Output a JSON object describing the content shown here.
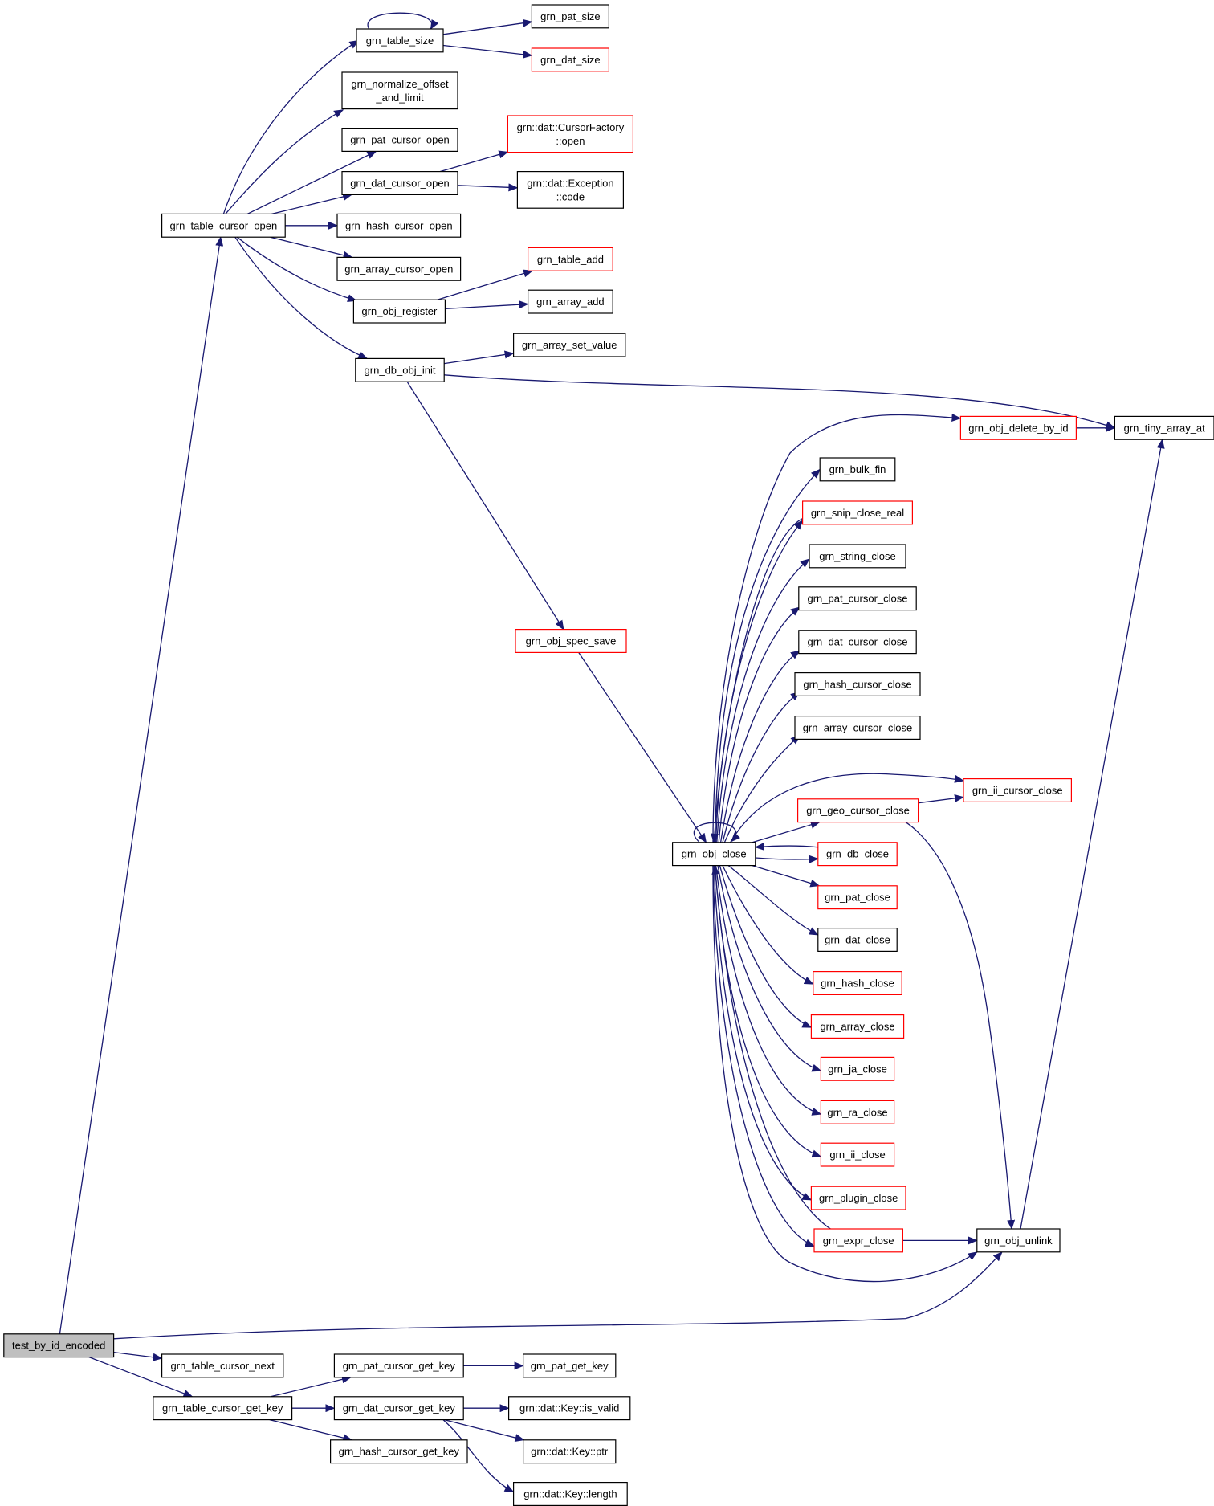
{
  "graph": {
    "edge_color": "#191970",
    "node_border": "#000000",
    "partial_node_border": "#ff0000",
    "root_fill": "#bfbfbf",
    "nodes": {
      "test_by_id_encoded": {
        "lines": [
          "test_by_id_encoded"
        ],
        "style": "root"
      },
      "grn_table_cursor_open": {
        "lines": [
          "grn_table_cursor_open"
        ]
      },
      "grn_table_size": {
        "lines": [
          "grn_table_size"
        ]
      },
      "grn_pat_size": {
        "lines": [
          "grn_pat_size"
        ]
      },
      "grn_dat_size": {
        "lines": [
          "grn_dat_size"
        ],
        "style": "red"
      },
      "grn_normalize_offset_and_limit": {
        "lines": [
          "grn_normalize_offset",
          "_and_limit"
        ]
      },
      "grn_pat_cursor_open": {
        "lines": [
          "grn_pat_cursor_open"
        ]
      },
      "grn_dat_cursor_open": {
        "lines": [
          "grn_dat_cursor_open"
        ]
      },
      "cursorfactory_open": {
        "lines": [
          "grn::dat::CursorFactory",
          "::open"
        ],
        "style": "red"
      },
      "exception_code": {
        "lines": [
          "grn::dat::Exception",
          "::code"
        ]
      },
      "grn_hash_cursor_open": {
        "lines": [
          "grn_hash_cursor_open"
        ]
      },
      "grn_array_cursor_open": {
        "lines": [
          "grn_array_cursor_open"
        ]
      },
      "grn_obj_register": {
        "lines": [
          "grn_obj_register"
        ]
      },
      "grn_table_add": {
        "lines": [
          "grn_table_add"
        ],
        "style": "red"
      },
      "grn_array_add": {
        "lines": [
          "grn_array_add"
        ]
      },
      "grn_db_obj_init": {
        "lines": [
          "grn_db_obj_init"
        ]
      },
      "grn_array_set_value": {
        "lines": [
          "grn_array_set_value"
        ]
      },
      "grn_obj_delete_by_id": {
        "lines": [
          "grn_obj_delete_by_id"
        ],
        "style": "red"
      },
      "grn_tiny_array_at": {
        "lines": [
          "grn_tiny_array_at"
        ]
      },
      "grn_bulk_fin": {
        "lines": [
          "grn_bulk_fin"
        ]
      },
      "grn_snip_close_real": {
        "lines": [
          "grn_snip_close_real"
        ],
        "style": "red"
      },
      "grn_string_close": {
        "lines": [
          "grn_string_close"
        ]
      },
      "grn_pat_cursor_close": {
        "lines": [
          "grn_pat_cursor_close"
        ]
      },
      "grn_dat_cursor_close": {
        "lines": [
          "grn_dat_cursor_close"
        ]
      },
      "grn_hash_cursor_close": {
        "lines": [
          "grn_hash_cursor_close"
        ]
      },
      "grn_array_cursor_close": {
        "lines": [
          "grn_array_cursor_close"
        ]
      },
      "grn_ii_cursor_close": {
        "lines": [
          "grn_ii_cursor_close"
        ],
        "style": "red"
      },
      "grn_geo_cursor_close": {
        "lines": [
          "grn_geo_cursor_close"
        ],
        "style": "red"
      },
      "grn_obj_spec_save": {
        "lines": [
          "grn_obj_spec_save"
        ],
        "style": "red"
      },
      "grn_obj_close": {
        "lines": [
          "grn_obj_close"
        ]
      },
      "grn_db_close": {
        "lines": [
          "grn_db_close"
        ],
        "style": "red"
      },
      "grn_pat_close": {
        "lines": [
          "grn_pat_close"
        ],
        "style": "red"
      },
      "grn_dat_close": {
        "lines": [
          "grn_dat_close"
        ]
      },
      "grn_hash_close": {
        "lines": [
          "grn_hash_close"
        ],
        "style": "red"
      },
      "grn_array_close": {
        "lines": [
          "grn_array_close"
        ],
        "style": "red"
      },
      "grn_ja_close": {
        "lines": [
          "grn_ja_close"
        ],
        "style": "red"
      },
      "grn_ra_close": {
        "lines": [
          "grn_ra_close"
        ],
        "style": "red"
      },
      "grn_ii_close": {
        "lines": [
          "grn_ii_close"
        ],
        "style": "red"
      },
      "grn_plugin_close": {
        "lines": [
          "grn_plugin_close"
        ],
        "style": "red"
      },
      "grn_expr_close": {
        "lines": [
          "grn_expr_close"
        ],
        "style": "red"
      },
      "grn_obj_unlink": {
        "lines": [
          "grn_obj_unlink"
        ]
      },
      "grn_table_cursor_next": {
        "lines": [
          "grn_table_cursor_next"
        ]
      },
      "grn_table_cursor_get_key": {
        "lines": [
          "grn_table_cursor_get_key"
        ]
      },
      "grn_pat_cursor_get_key": {
        "lines": [
          "grn_pat_cursor_get_key"
        ]
      },
      "grn_pat_get_key": {
        "lines": [
          "grn_pat_get_key"
        ]
      },
      "grn_dat_cursor_get_key": {
        "lines": [
          "grn_dat_cursor_get_key"
        ]
      },
      "key_is_valid": {
        "lines": [
          "grn::dat::Key::is_valid"
        ]
      },
      "key_ptr": {
        "lines": [
          "grn::dat::Key::ptr"
        ]
      },
      "grn_hash_cursor_get_key": {
        "lines": [
          "grn_hash_cursor_get_key"
        ]
      },
      "key_length": {
        "lines": [
          "grn::dat::Key::length"
        ]
      }
    },
    "edges": [
      [
        "test_by_id_encoded",
        "grn_table_cursor_open"
      ],
      [
        "test_by_id_encoded",
        "grn_obj_unlink"
      ],
      [
        "test_by_id_encoded",
        "grn_table_cursor_next"
      ],
      [
        "test_by_id_encoded",
        "grn_table_cursor_get_key"
      ],
      [
        "grn_table_cursor_open",
        "grn_table_size"
      ],
      [
        "grn_table_cursor_open",
        "grn_normalize_offset_and_limit"
      ],
      [
        "grn_table_cursor_open",
        "grn_pat_cursor_open"
      ],
      [
        "grn_table_cursor_open",
        "grn_dat_cursor_open"
      ],
      [
        "grn_table_cursor_open",
        "grn_hash_cursor_open"
      ],
      [
        "grn_table_cursor_open",
        "grn_array_cursor_open"
      ],
      [
        "grn_table_cursor_open",
        "grn_obj_register"
      ],
      [
        "grn_table_cursor_open",
        "grn_db_obj_init"
      ],
      [
        "grn_table_size",
        "grn_table_size"
      ],
      [
        "grn_table_size",
        "grn_pat_size"
      ],
      [
        "grn_table_size",
        "grn_dat_size"
      ],
      [
        "grn_dat_cursor_open",
        "cursorfactory_open"
      ],
      [
        "grn_dat_cursor_open",
        "exception_code"
      ],
      [
        "grn_obj_register",
        "grn_table_add"
      ],
      [
        "grn_obj_register",
        "grn_array_add"
      ],
      [
        "grn_db_obj_init",
        "grn_array_set_value"
      ],
      [
        "grn_db_obj_init",
        "grn_tiny_array_at"
      ],
      [
        "grn_db_obj_init",
        "grn_obj_spec_save"
      ],
      [
        "grn_obj_delete_by_id",
        "grn_tiny_array_at"
      ],
      [
        "grn_obj_spec_save",
        "grn_obj_close"
      ],
      [
        "grn_obj_close",
        "grn_obj_close"
      ],
      [
        "grn_obj_close",
        "grn_obj_delete_by_id"
      ],
      [
        "grn_obj_close",
        "grn_bulk_fin"
      ],
      [
        "grn_obj_close",
        "grn_snip_close_real"
      ],
      [
        "grn_obj_close",
        "grn_string_close"
      ],
      [
        "grn_obj_close",
        "grn_pat_cursor_close"
      ],
      [
        "grn_obj_close",
        "grn_dat_cursor_close"
      ],
      [
        "grn_obj_close",
        "grn_hash_cursor_close"
      ],
      [
        "grn_obj_close",
        "grn_array_cursor_close"
      ],
      [
        "grn_obj_close",
        "grn_ii_cursor_close"
      ],
      [
        "grn_obj_close",
        "grn_geo_cursor_close"
      ],
      [
        "grn_obj_close",
        "grn_db_close"
      ],
      [
        "grn_obj_close",
        "grn_pat_close"
      ],
      [
        "grn_obj_close",
        "grn_dat_close"
      ],
      [
        "grn_obj_close",
        "grn_hash_close"
      ],
      [
        "grn_obj_close",
        "grn_array_close"
      ],
      [
        "grn_obj_close",
        "grn_ja_close"
      ],
      [
        "grn_obj_close",
        "grn_ra_close"
      ],
      [
        "grn_obj_close",
        "grn_ii_close"
      ],
      [
        "grn_obj_close",
        "grn_plugin_close"
      ],
      [
        "grn_obj_close",
        "grn_expr_close"
      ],
      [
        "grn_obj_close",
        "grn_obj_unlink"
      ],
      [
        "grn_snip_close_real",
        "grn_obj_close"
      ],
      [
        "grn_db_close",
        "grn_obj_close"
      ],
      [
        "grn_expr_close",
        "grn_obj_close"
      ],
      [
        "grn_expr_close",
        "grn_obj_unlink"
      ],
      [
        "grn_geo_cursor_close",
        "grn_ii_cursor_close"
      ],
      [
        "grn_geo_cursor_close",
        "grn_obj_unlink"
      ],
      [
        "grn_obj_unlink",
        "grn_tiny_array_at"
      ],
      [
        "grn_table_cursor_get_key",
        "grn_pat_cursor_get_key"
      ],
      [
        "grn_table_cursor_get_key",
        "grn_dat_cursor_get_key"
      ],
      [
        "grn_table_cursor_get_key",
        "grn_hash_cursor_get_key"
      ],
      [
        "grn_pat_cursor_get_key",
        "grn_pat_get_key"
      ],
      [
        "grn_dat_cursor_get_key",
        "key_is_valid"
      ],
      [
        "grn_dat_cursor_get_key",
        "key_ptr"
      ],
      [
        "grn_dat_cursor_get_key",
        "key_length"
      ]
    ]
  }
}
